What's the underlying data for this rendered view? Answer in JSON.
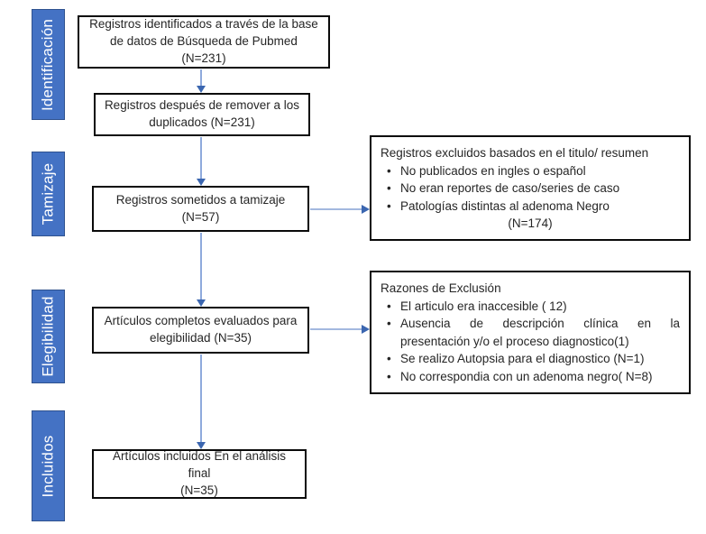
{
  "colors": {
    "stage_fill": "#4472C4",
    "stage_border": "#2F528F",
    "stage_text": "#FFFFFF",
    "box_border": "#0A0A0A",
    "arrow_line": "#8FAADC",
    "arrow_head": "#3B66B0",
    "text": "#262626"
  },
  "stages": [
    {
      "label": "Identificación"
    },
    {
      "label": "Tamizaje"
    },
    {
      "label": "Elegibilidad"
    },
    {
      "label": "Incluidos"
    }
  ],
  "boxes": {
    "identified": {
      "lines": [
        "Registros identificados a través de la base",
        "de datos de Búsqueda de Pubmed",
        "(N=231)"
      ]
    },
    "deduplicated": {
      "lines": [
        "Registros después de remover a los",
        "duplicados (N=231)"
      ]
    },
    "screened": {
      "lines": [
        "Registros sometidos a tamizaje",
        "(N=57)"
      ]
    },
    "eligibility": {
      "lines": [
        "Artículos completos evaluados para",
        "elegibilidad (N=35)"
      ]
    },
    "included": {
      "lines": [
        "Artículos incluidos En el análisis",
        "final",
        "(N=35)"
      ]
    }
  },
  "exclusions": {
    "title_abstract": {
      "title": "Registros excluidos basados en el titulo/ resumen",
      "bullets": [
        "No publicados en ingles o español",
        "No eran reportes de caso/series de caso",
        "Patologías distintas al adenoma Negro"
      ],
      "count": "(N=174)"
    },
    "full_text": {
      "title": "Razones de Exclusión",
      "bullets": [
        {
          "lines": [
            "El articulo era inaccesible ( 12)"
          ]
        },
        {
          "lines": [
            "Ausencia de descripción clínica en la",
            "presentación y/o el proceso diagnostico(1)"
          ]
        },
        {
          "lines": [
            "Se realizo Autopsia para el diagnostico (N=1)"
          ]
        },
        {
          "lines": [
            "No correspondia con un adenoma negro( N=8)"
          ]
        }
      ]
    }
  }
}
